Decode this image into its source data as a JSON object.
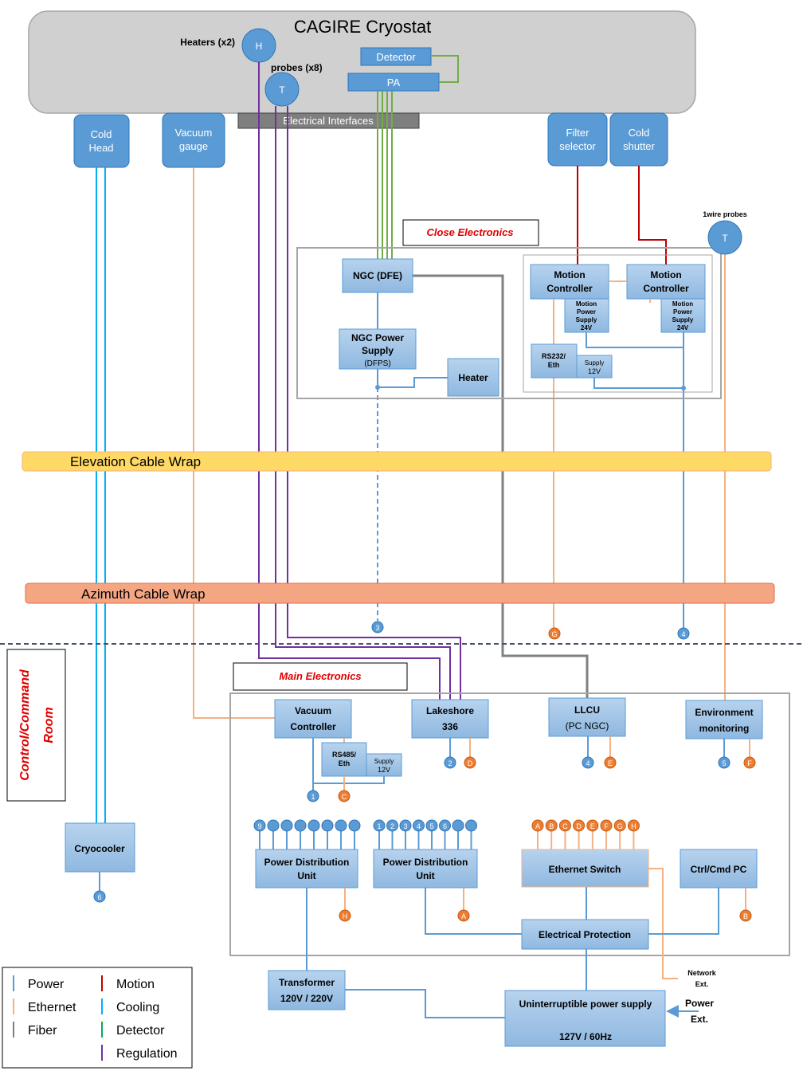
{
  "colors": {
    "power": "#5b9bd5",
    "ethernet": "#f4b183",
    "fiber": "#808080",
    "motion": "#c00000",
    "cooling": "#00b0f0",
    "detector": "#70ad47",
    "regulation": "#7030a0",
    "box_fill": "#9dc3e6",
    "box_stroke": "#5b9bd5"
  },
  "cryostat": {
    "title": "CAGIRE Cryostat",
    "heaters_label": "Heaters (x2)",
    "heater_node": "H",
    "probes_label": "probes (x8)",
    "probe_node": "T",
    "detector": "Detector",
    "pa": "PA",
    "interfaces": "Electrical Interfaces"
  },
  "top_boxes": {
    "cold_head": [
      "Cold",
      "Head"
    ],
    "vacuum_gauge": [
      "Vacuum",
      "gauge"
    ],
    "filter_selector": [
      "Filter",
      "selector"
    ],
    "cold_shutter": [
      "Cold",
      "shutter"
    ]
  },
  "close_electronics": {
    "title": "Close Electronics",
    "ngc_dfe": "NGC  (DFE)",
    "ngc_ps": [
      "NGC Power",
      "Supply",
      "(DFPS)"
    ],
    "heater": "Heater",
    "motion_controller": [
      "Motion",
      "Controller"
    ],
    "motion_ps": [
      "Motion",
      "Power",
      "Supply",
      "24V"
    ],
    "rs232": [
      "RS232/",
      "Eth"
    ],
    "supply12": [
      "Supply",
      "12V"
    ],
    "onewire": "1wire probes",
    "onewire_node": "T"
  },
  "wraps": {
    "elevation": "Elevation Cable Wrap",
    "azimuth": "Azimuth Cable Wrap"
  },
  "connectors": {
    "c3": "3",
    "cG": "G",
    "c4": "4"
  },
  "room": {
    "label": [
      "Control/Command",
      "Room"
    ]
  },
  "main_electronics": {
    "title": "Main Electronics",
    "vacuum_controller": [
      "Vacuum",
      "Controller"
    ],
    "rs485": [
      "RS485/",
      "Eth"
    ],
    "supply12": [
      "Supply",
      "12V"
    ],
    "lakeshore": [
      "Lakeshore",
      "336"
    ],
    "llcu": [
      "LLCU",
      "(PC NGC)"
    ],
    "env": [
      "Environment",
      "monitoring"
    ],
    "pdu1": [
      "Power Distribution",
      "Unit"
    ],
    "pdu2": [
      "Power Distribution",
      "Unit"
    ],
    "switch": "Ethernet Switch",
    "ctrl_pc": "Ctrl/Cmd PC",
    "protection": "Electrical Protection",
    "pdu1_ports": [
      "9",
      "",
      "",
      "",
      "",
      "",
      "",
      ""
    ],
    "pdu2_ports": [
      "1",
      "2",
      "3",
      "4",
      "5",
      "6",
      "",
      ""
    ],
    "switch_ports": [
      "A",
      "B",
      "C",
      "D",
      "E",
      "F",
      "G",
      "H"
    ],
    "sub_connectors": {
      "vac_1": "1",
      "vac_C": "C",
      "lake_2": "2",
      "lake_D": "D",
      "llcu_4": "4",
      "llcu_E": "E",
      "env_5": "5",
      "env_F": "F",
      "pdu1_H": "H",
      "pdu2_A": "A",
      "pc_B": "B"
    }
  },
  "cryocooler": {
    "label": "Cryocooler",
    "connector": "6"
  },
  "bottom": {
    "transformer": [
      "Transformer",
      "120V / 220V"
    ],
    "ups": [
      "Uninterruptible power supply",
      "127V / 60Hz"
    ],
    "network_ext": [
      "Network",
      "Ext."
    ],
    "power_ext": [
      "Power",
      "Ext."
    ]
  },
  "legend": {
    "items": [
      {
        "label": "Power",
        "color": "#5b9bd5"
      },
      {
        "label": "Motion",
        "color": "#c00000"
      },
      {
        "label": "Ethernet",
        "color": "#f4b183"
      },
      {
        "label": "Cooling",
        "color": "#00b0f0"
      },
      {
        "label": "Fiber",
        "color": "#808080"
      },
      {
        "label": "Detector",
        "color": "#00b050"
      },
      {
        "label": "",
        "color": ""
      },
      {
        "label": "Regulation",
        "color": "#7030a0"
      }
    ]
  }
}
